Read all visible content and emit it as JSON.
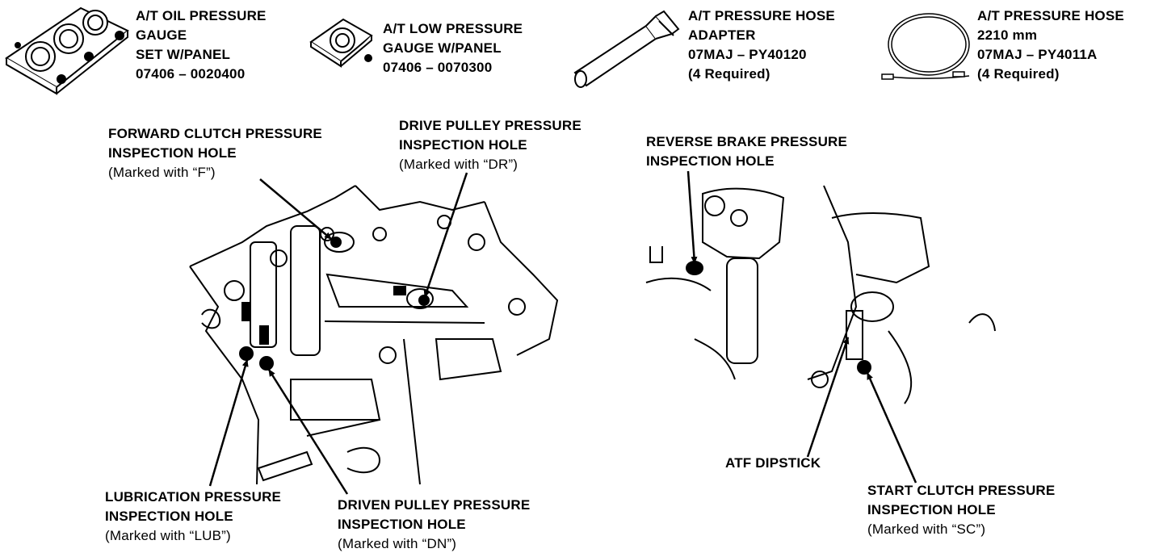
{
  "tools": [
    {
      "lines": [
        "A/T OIL PRESSURE",
        "GAUGE",
        "SET W/PANEL",
        "07406 – 0020400"
      ]
    },
    {
      "lines": [
        "A/T LOW PRESSURE",
        "GAUGE W/PANEL",
        "07406 – 0070300"
      ]
    },
    {
      "lines": [
        "A/T PRESSURE HOSE",
        "ADAPTER",
        "07MAJ – PY40120",
        "(4 Required)"
      ]
    },
    {
      "lines": [
        "A/T PRESSURE HOSE",
        "2210 mm",
        "07MAJ – PY4011A",
        "(4 Required)"
      ]
    }
  ],
  "callouts": {
    "forward_clutch": {
      "line1": "FORWARD CLUTCH PRESSURE",
      "line2": "INSPECTION HOLE",
      "note": "(Marked with “F”)"
    },
    "drive_pulley": {
      "line1": "DRIVE PULLEY PRESSURE",
      "line2": "INSPECTION HOLE",
      "note": "(Marked with “DR”)"
    },
    "reverse_brake": {
      "line1": "REVERSE BRAKE PRESSURE",
      "line2": "INSPECTION HOLE"
    },
    "lubrication": {
      "line1": "LUBRICATION PRESSURE",
      "line2": "INSPECTION HOLE",
      "note": "(Marked with “LUB”)"
    },
    "driven_pulley": {
      "line1": "DRIVEN PULLEY PRESSURE",
      "line2": "INSPECTION HOLE",
      "note": "(Marked with “DN”)"
    },
    "atf_dipstick": {
      "line1": "ATF DIPSTICK"
    },
    "start_clutch": {
      "line1": "START CLUTCH PRESSURE",
      "line2": "INSPECTION HOLE",
      "note": "(Marked with “SC”)"
    }
  }
}
